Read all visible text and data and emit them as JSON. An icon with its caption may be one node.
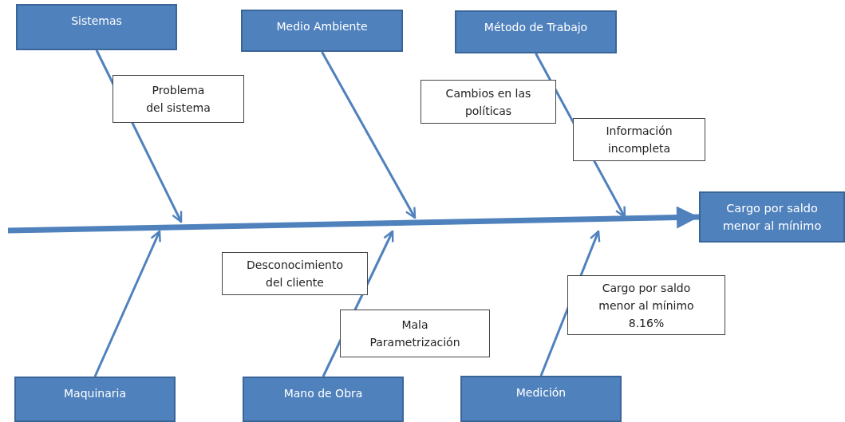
{
  "diagram": {
    "nodes": [
      {
        "text": [
          "Sistemas"
        ]
      },
      {
        "text": [
          "Medio Ambiente"
        ]
      },
      {
        "text": [
          "Método de Trabajo"
        ]
      },
      {
        "text": [
          "Problema del sistema"
        ]
      },
      {
        "text": [
          "Cambios en las políticas"
        ]
      },
      {
        "text": [
          "Información incompleta"
        ]
      },
      {
        "text": [
          "Cargo por saldo menor al mínimo"
        ]
      },
      {
        "text": [
          "Desconocimiento del cliente"
        ]
      },
      {
        "text": [
          "Mala Parametrización"
        ]
      },
      {
        "text": [
          "Cargo por saldo menor al mínimo 8.16%"
        ]
      },
      {
        "text": [
          "Maquinaria"
        ]
      },
      {
        "text": [
          "Mano de Obra"
        ]
      },
      {
        "text": [
          "Medición"
        ]
      }
    ],
    "edges": [
      {
        "from": null,
        "to": 6,
        "arrow": "to",
        "style": "thick"
      },
      {
        "from": 0,
        "to": null,
        "arrow": "to"
      },
      {
        "from": 1,
        "to": null,
        "arrow": "to"
      },
      {
        "from": 2,
        "to": null,
        "arrow": "to"
      },
      {
        "from": 10,
        "to": null,
        "arrow": "to"
      },
      {
        "from": 11,
        "to": null,
        "arrow": "to"
      },
      {
        "from": 12,
        "to": null,
        "arrow": "to"
      }
    ]
  }
}
